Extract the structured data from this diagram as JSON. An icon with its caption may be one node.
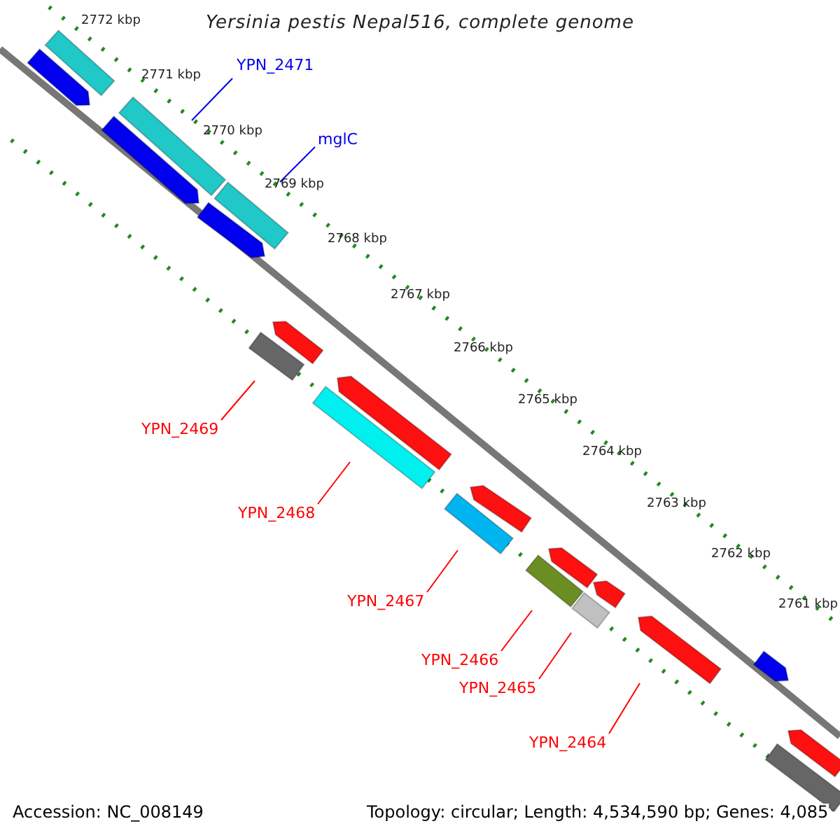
{
  "diagram": {
    "title": "Yersinia pestis Nepal516, complete genome",
    "nodes": [
      {
        "text": [
          "YPN_2471"
        ]
      },
      {
        "text": [
          "mglC"
        ]
      },
      {
        "text": [
          "YPN_2469"
        ]
      },
      {
        "text": [
          "YPN_2468"
        ]
      },
      {
        "text": [
          "YPN_2467"
        ]
      },
      {
        "text": [
          "YPN_2466"
        ]
      },
      {
        "text": [
          "YPN_2465"
        ]
      },
      {
        "text": [
          "YPN_2464"
        ]
      },
      {
        "text": [],
        "shape": "bar"
      },
      {
        "text": [],
        "shape": "bar"
      },
      {
        "text": [],
        "shape": "bar"
      },
      {
        "text": [],
        "shape": "bar"
      },
      {
        "text": [],
        "shape": "bar"
      },
      {
        "text": [],
        "shape": "bar"
      },
      {
        "text": [],
        "shape": "bar"
      },
      {
        "text": [],
        "shape": "bar"
      },
      {
        "text": [],
        "shape": "bar"
      },
      {
        "text": [],
        "shape": "bar"
      },
      {
        "text": [],
        "shape": "bar"
      },
      {
        "text": [],
        "shape": "bar"
      },
      {
        "text": [],
        "shape": "bar"
      },
      {
        "text": [],
        "shape": "bar"
      },
      {
        "text": [],
        "shape": "bar"
      },
      {
        "text": [],
        "shape": "bar"
      },
      {
        "text": [],
        "shape": "bar"
      },
      {
        "text": [],
        "shape": "bar"
      },
      {
        "text": [],
        "shape": "bar"
      },
      {
        "text": [],
        "shape": "bar"
      }
    ],
    "edges": [
      {
        "from": 0,
        "to": 8,
        "arrow": "none",
        "color": "#0000ee"
      },
      {
        "from": 1,
        "to": 9,
        "arrow": "none",
        "color": "#0000ee"
      },
      {
        "from": 2,
        "to": 10,
        "arrow": "none"
      },
      {
        "from": 3,
        "to": 11,
        "arrow": "none"
      },
      {
        "from": 4,
        "to": 12,
        "arrow": "none"
      },
      {
        "from": 5,
        "to": 13,
        "arrow": "none"
      },
      {
        "from": 6,
        "to": 14,
        "arrow": "none"
      },
      {
        "from": 7,
        "to": 15,
        "arrow": "none"
      }
    ],
    "labels": [
      "2772 kbp",
      "2771 kbp",
      "2770 kbp",
      "2769 kbp",
      "2768 kbp",
      "2767 kbp",
      "2766 kbp",
      "2765 kbp",
      "2764 kbp",
      "2763 kbp",
      "2762 kbp",
      "2761 kbp",
      "Accession: NC_008149",
      "Topology: circular; Length: 4,534,590 bp; Genes: 4,085"
    ]
  }
}
